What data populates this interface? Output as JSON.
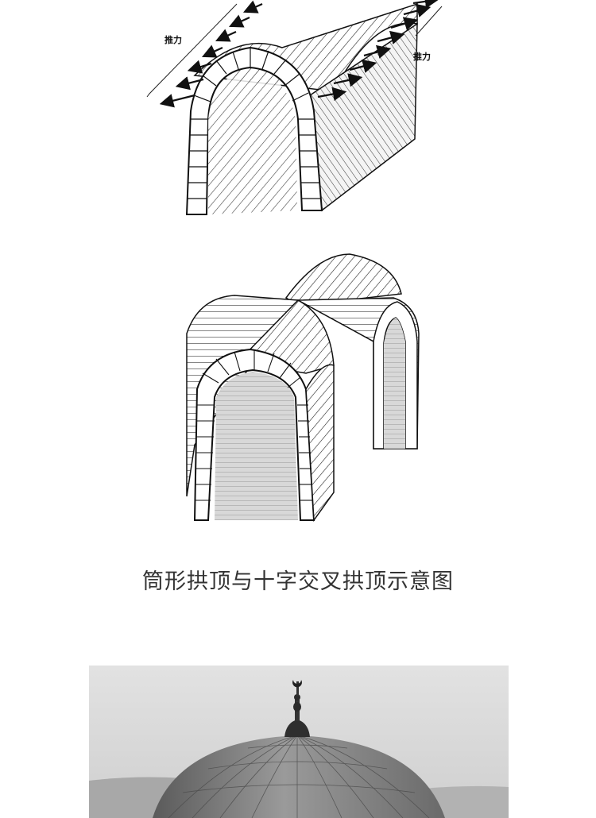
{
  "figure1": {
    "label_left": "推力",
    "label_right": "推力"
  },
  "caption": "筒形拱顶与十字交叉拱顶示意图",
  "photo": {
    "subject": "dome"
  }
}
